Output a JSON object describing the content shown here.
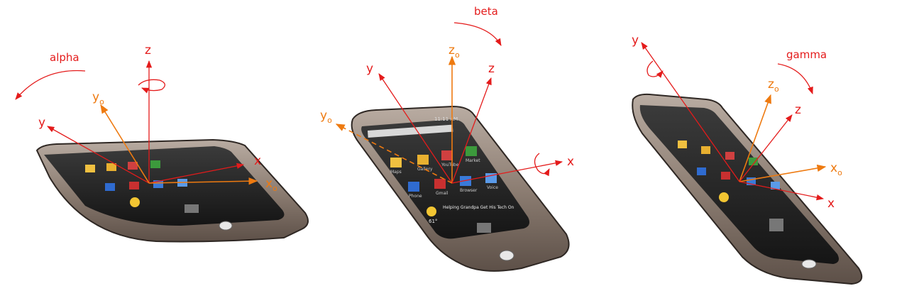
{
  "colors": {
    "rotated_axes": "#e41b1b",
    "original_axes": "#ee7a10",
    "phone_body": "#8a7c73",
    "phone_screen": "#2a2a2a"
  },
  "panels": [
    {
      "rotation_label": "alpha",
      "axes": {
        "x": "x",
        "y": "y",
        "z": "z",
        "x0": "x",
        "y0": "y",
        "sub": "o"
      }
    },
    {
      "rotation_label": "beta",
      "axes": {
        "x": "x",
        "y": "y",
        "z": "z",
        "z0": "z",
        "y0": "y",
        "sub": "o"
      }
    },
    {
      "rotation_label": "gamma",
      "axes": {
        "x": "x",
        "y": "y",
        "z": "z",
        "x0": "x",
        "z0": "z",
        "sub": "o"
      }
    }
  ],
  "phone_screen": {
    "apps": [
      "Maps",
      "Gallery",
      "YouTube",
      "Market",
      "Phone",
      "Gmail",
      "Browser",
      "Voice"
    ],
    "news_headline": "Helping Grandpa Get His Tech On",
    "weather_temp": "61°",
    "clock": "11:11 AM"
  }
}
